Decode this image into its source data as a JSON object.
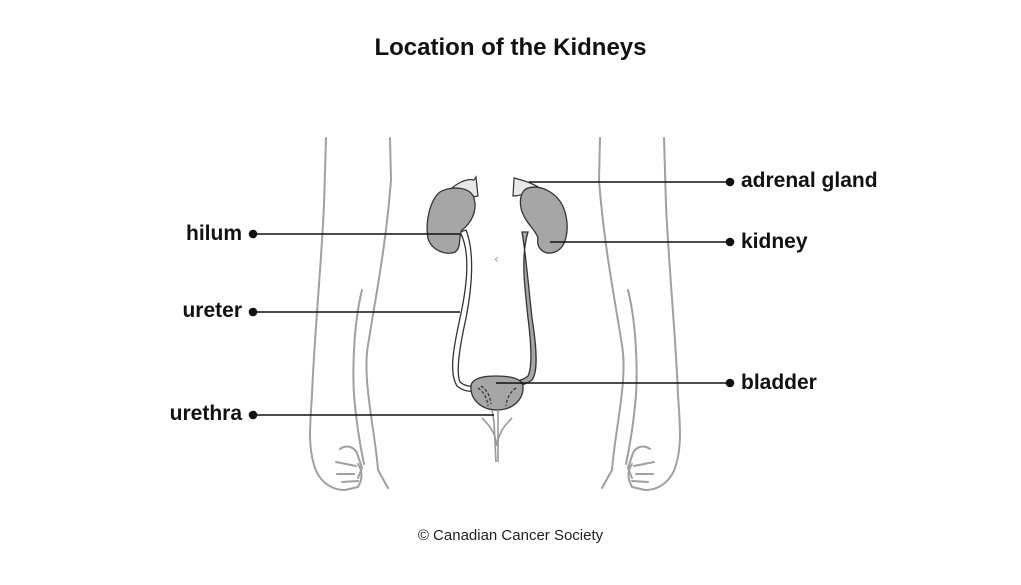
{
  "title": "Location of the Kidneys",
  "labels": {
    "adrenal_gland": "adrenal gland",
    "kidney": "kidney",
    "bladder": "bladder",
    "hilum": "hilum",
    "ureter": "ureter",
    "urethra": "urethra"
  },
  "credit": "© Canadian Cancer Society",
  "colors": {
    "organ_fill": "#a6a6a6",
    "gland_fill": "#e8e8e8",
    "body_outline": "#a0a0a0",
    "leader_line": "#111111"
  }
}
